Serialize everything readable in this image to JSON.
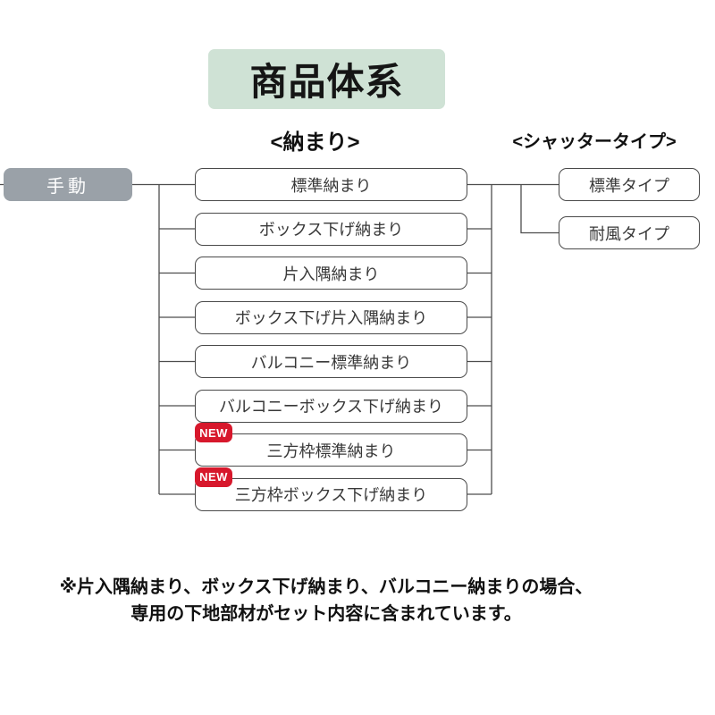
{
  "title": "商品体系",
  "headers": {
    "naomari": "<納まり>",
    "shutter_type": "<シャッタータイプ>"
  },
  "source": {
    "label": "手動"
  },
  "naomari_items": [
    {
      "label": "標準納まり"
    },
    {
      "label": "ボックス下げ納まり"
    },
    {
      "label": "片入隅納まり"
    },
    {
      "label": "ボックス下げ片入隅納まり"
    },
    {
      "label": "バルコニー標準納まり"
    },
    {
      "label": "バルコニーボックス下げ納まり"
    },
    {
      "label": "三方枠標準納まり",
      "badge": "NEW"
    },
    {
      "label": "三方枠ボックス下げ納まり",
      "badge": "NEW"
    }
  ],
  "new_badge_label": "NEW",
  "shutter_items": [
    {
      "label": "標準タイプ"
    },
    {
      "label": "耐風タイプ"
    }
  ],
  "note": {
    "line1": "※片入隅納まり、ボックス下げ納まり、バルコニー納まりの場合、",
    "line2": "専用の下地部材がセット内容に含まれています。"
  },
  "colors": {
    "title_bg": "#cfe2d5",
    "source_box_bg": "#9aa1a8",
    "new_badge_bg": "#d7182c",
    "connector_line": "#4d4d4d"
  }
}
